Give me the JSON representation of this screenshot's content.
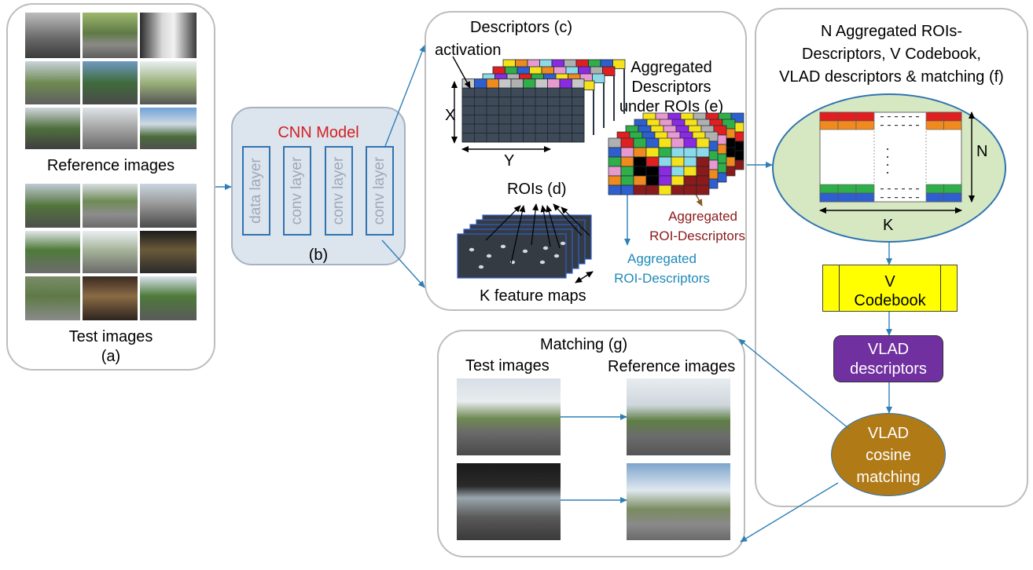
{
  "colors": {
    "cnn_title": "#d42020",
    "arrow_blue": "#2f7fb5",
    "roi_blue_label": "#1f8ab8",
    "roi_red_label": "#8b1a1a",
    "codebook_fill": "#ffff00",
    "vlad_desc_fill": "#7030a0",
    "vlad_match_fill": "#b07a17",
    "ellipse_fill": "#d6e8c2"
  },
  "panel_a": {
    "reference_label": "Reference images",
    "test_label": "Test images",
    "tag": "(a)"
  },
  "panel_b": {
    "title": "CNN Model",
    "layers": [
      "data layer",
      "conv layer",
      "conv layer",
      "conv layer"
    ],
    "tag": "(b)"
  },
  "panel_c": {
    "descriptors_title": "Descriptors (c)",
    "activation_label": "activation",
    "x_label": "X",
    "y_label": "Y",
    "rois_title": "ROIs (d)",
    "feature_maps_label": "K feature maps",
    "agg_title_lines": [
      "Aggregated",
      "Descriptors",
      "under ROIs (e)"
    ],
    "agg_red_lines": [
      "Aggregated",
      "ROI-Descriptors"
    ],
    "agg_blue_lines": [
      "Aggregated",
      "ROI-Descriptors"
    ]
  },
  "panel_f": {
    "title_lines": [
      "N Aggregated ROIs-",
      "Descriptors, V Codebook,",
      "VLAD descriptors & matching (f)"
    ],
    "n_label": "N",
    "k_label": "K",
    "codebook_lines": [
      "V",
      "Codebook"
    ],
    "vlad_desc_lines": [
      "VLAD",
      "descriptors"
    ],
    "vlad_match_lines": [
      "VLAD",
      "cosine",
      "matching"
    ]
  },
  "panel_g": {
    "title": "Matching (g)",
    "test_label": "Test images",
    "reference_label": "Reference images"
  }
}
